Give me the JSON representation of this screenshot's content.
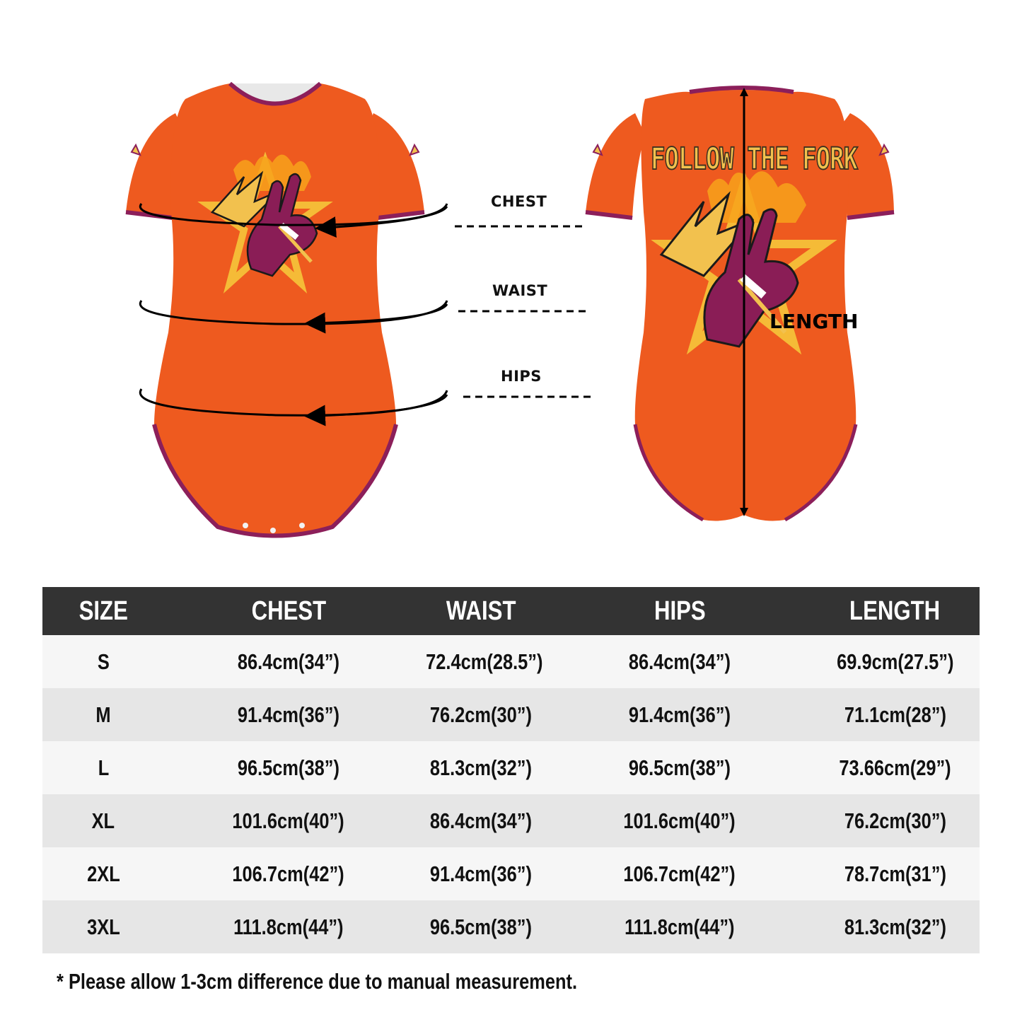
{
  "diagram": {
    "colors": {
      "garment": "#ee5a1f",
      "trim": "#8c1f5a",
      "graphic_gold": "#f2c14e",
      "graphic_purple": "#8a1d56"
    },
    "front_view": {
      "labels": {
        "chest": "CHEST",
        "waist": "WAIST",
        "hips": "HIPS"
      }
    },
    "back_view": {
      "slogan": "FOLLOW THE FORK",
      "length_label": "LENGTH"
    }
  },
  "size_table": {
    "headers": [
      "SIZE",
      "CHEST",
      "WAIST",
      "HIPS",
      "LENGTH"
    ],
    "rows": [
      {
        "size": "S",
        "chest": "86.4cm(34”)",
        "waist": "72.4cm(28.5”)",
        "hips": "86.4cm(34”)",
        "length": "69.9cm(27.5”)"
      },
      {
        "size": "M",
        "chest": "91.4cm(36”)",
        "waist": "76.2cm(30”)",
        "hips": "91.4cm(36”)",
        "length": "71.1cm(28”)"
      },
      {
        "size": "L",
        "chest": "96.5cm(38”)",
        "waist": "81.3cm(32”)",
        "hips": "96.5cm(38”)",
        "length": "73.66cm(29”)"
      },
      {
        "size": "XL",
        "chest": "101.6cm(40”)",
        "waist": "86.4cm(34”)",
        "hips": "101.6cm(40”)",
        "length": "76.2cm(30”)"
      },
      {
        "size": "2XL",
        "chest": "106.7cm(42”)",
        "waist": "91.4cm(36”)",
        "hips": "106.7cm(42”)",
        "length": "78.7cm(31”)"
      },
      {
        "size": "3XL",
        "chest": "111.8cm(44”)",
        "waist": "96.5cm(38”)",
        "hips": "111.8cm(44”)",
        "length": "81.3cm(32”)"
      }
    ]
  },
  "footnote": "* Please allow 1-3cm difference due to manual measurement."
}
